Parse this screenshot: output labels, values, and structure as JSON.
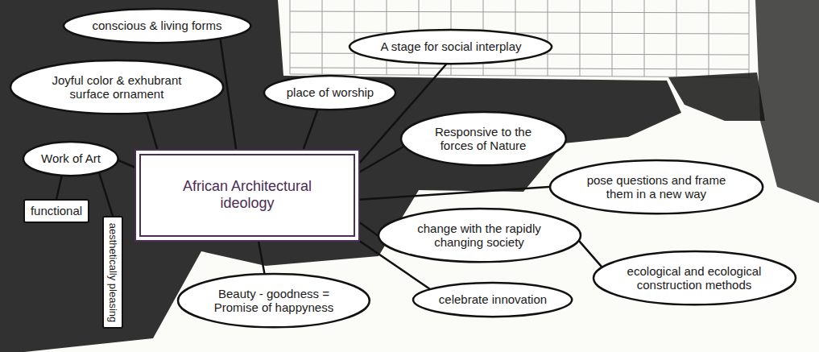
{
  "diagram": {
    "nodes": [
      {
        "text": [
          "conscious & living forms"
        ]
      },
      {
        "text": [
          "A stage for social interplay"
        ]
      },
      {
        "text": [
          "Joyful color & exhubrant surface ornament"
        ]
      },
      {
        "text": [
          "place of worship"
        ]
      },
      {
        "text": [
          "Responsive to the forces of Nature"
        ]
      },
      {
        "text": [
          "Work of Art"
        ]
      },
      {
        "text": [
          "African Architectural ideology"
        ]
      },
      {
        "text": [
          "pose questions and frame them in a new way"
        ]
      },
      {
        "text": [
          "change with the rapidly changing society"
        ]
      },
      {
        "text": [
          "functional"
        ]
      },
      {
        "text": [
          "aesthetically pleasing"
        ]
      },
      {
        "text": [
          "ecological and ecological construction methods"
        ]
      },
      {
        "text": [
          "celebrate innovation"
        ]
      },
      {
        "text": [
          "Beauty - goodness = Promise of happyness"
        ]
      }
    ],
    "edges": [
      {
        "from": 6,
        "to": 0,
        "arrow": "none"
      },
      {
        "from": 6,
        "to": 1,
        "arrow": "none"
      },
      {
        "from": 6,
        "to": 2,
        "arrow": "none"
      },
      {
        "from": 6,
        "to": 3,
        "arrow": "none"
      },
      {
        "from": 6,
        "to": 4,
        "arrow": "none"
      },
      {
        "from": 6,
        "to": 5,
        "arrow": "none"
      },
      {
        "from": 5,
        "to": 9,
        "arrow": "none"
      },
      {
        "from": 5,
        "to": 10,
        "arrow": "none"
      },
      {
        "from": 6,
        "to": 7,
        "arrow": "none"
      },
      {
        "from": 6,
        "to": 8,
        "arrow": "none"
      },
      {
        "from": 8,
        "to": 11,
        "arrow": "none"
      },
      {
        "from": 6,
        "to": 12,
        "arrow": "none"
      },
      {
        "from": 6,
        "to": 13,
        "arrow": "none"
      }
    ]
  }
}
